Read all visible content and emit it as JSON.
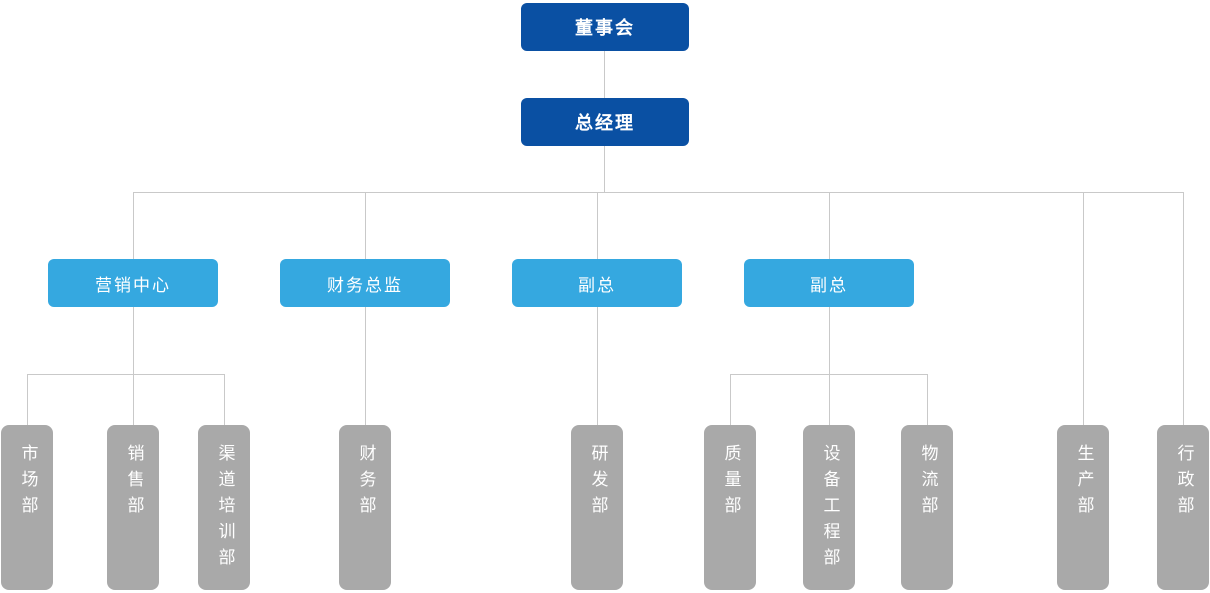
{
  "colors": {
    "primary": "#0a50a3",
    "secondary": "#35a8e0",
    "dept": "#a9a9a9",
    "connector": "#c9c9c9",
    "label": "#ffffff"
  },
  "org": {
    "board": "董事会",
    "general_manager": "总经理",
    "branches": [
      {
        "label": "营销中心",
        "children": [
          "市场部",
          "销售部",
          "渠道培训部"
        ]
      },
      {
        "label": "财务总监",
        "children": [
          "财务部"
        ]
      },
      {
        "label": "副总",
        "children": [
          "研发部"
        ]
      },
      {
        "label": "副总",
        "children": [
          "质量部",
          "设备工程部",
          "物流部"
        ]
      }
    ],
    "direct_departments": [
      "生产部",
      "行政部"
    ]
  }
}
